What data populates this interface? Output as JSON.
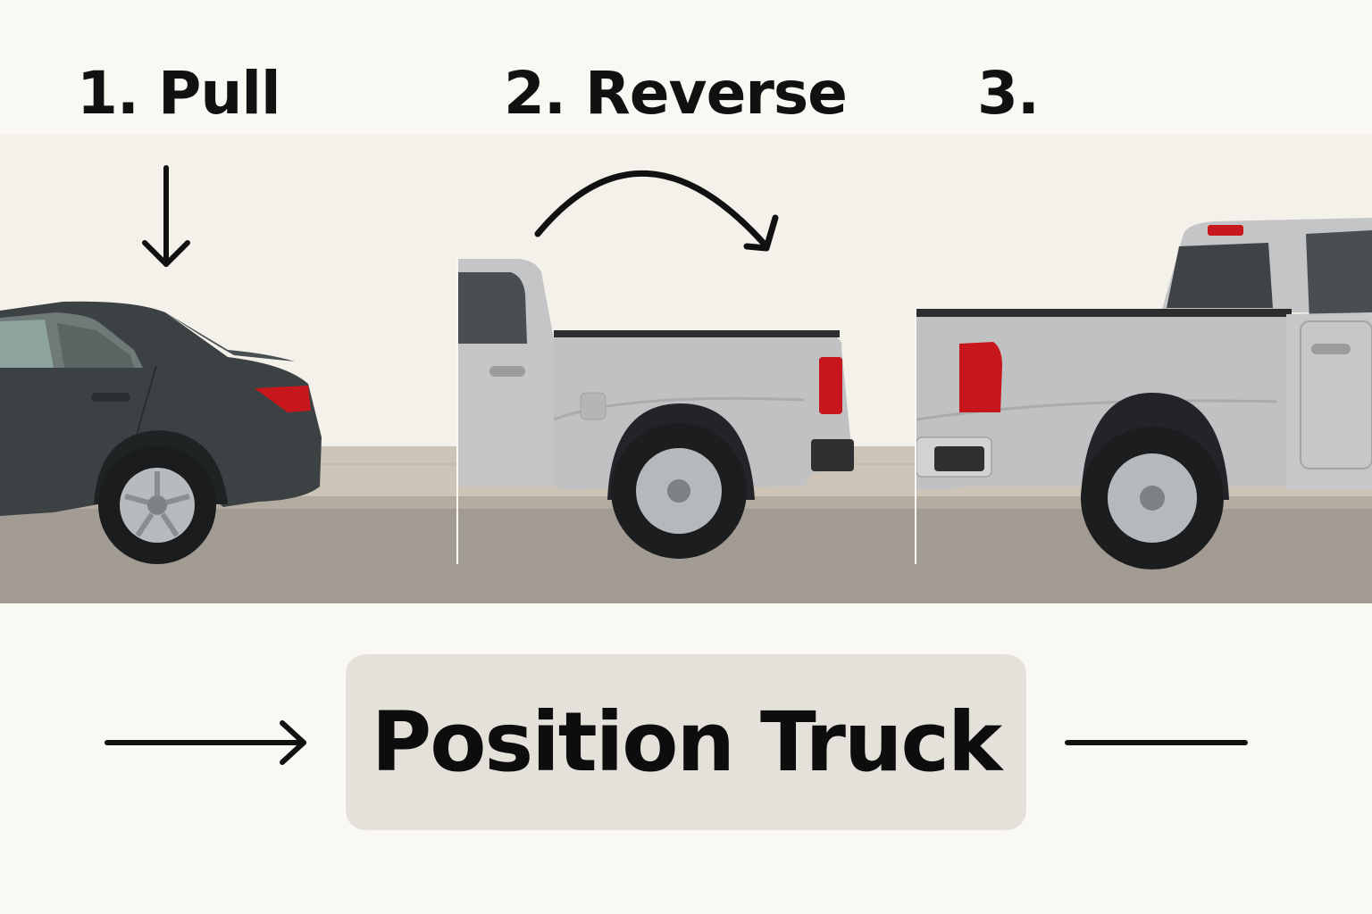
{
  "steps": [
    {
      "label": "1. Pull"
    },
    {
      "label": "2. Reverse"
    },
    {
      "label": "3."
    }
  ],
  "action_button": {
    "label": "Position Truck"
  },
  "colors": {
    "background": "#faf8f3",
    "wall": "#f4f1ea",
    "road": "#a29b93",
    "sidewalk": "#cdc4b8",
    "sedan_body": "#3c4143",
    "truck_body": "#bfc1c3",
    "taillight": "#c8161d",
    "button_bg": "#e4e1db",
    "arrow": "#111111"
  },
  "icons": [
    "down-arrow-icon",
    "curved-arrow-icon",
    "right-arrow-icon"
  ]
}
